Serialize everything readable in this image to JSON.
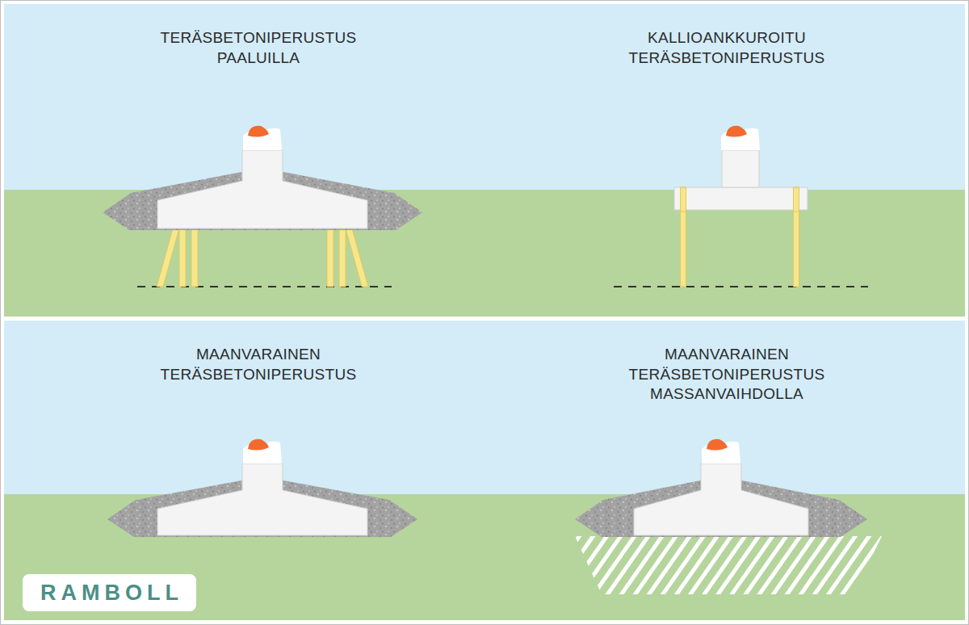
{
  "diagram": {
    "nodes": [
      {
        "text": [
          "TERÄSBETONIPERUSTUS PAALUILLA"
        ]
      },
      {
        "text": [
          "KALLIOANKKUROITU TERÄSBETONIPERUSTUS"
        ]
      },
      {
        "text": [
          "MAANVARAINEN TERÄSBETONIPERUSTUS"
        ]
      },
      {
        "text": [
          "MAANVARAINEN TERÄSBETONIPERUSTUS MASSANVAIHDOLLA"
        ]
      }
    ],
    "labels": [
      "RAMBOLL"
    ]
  }
}
